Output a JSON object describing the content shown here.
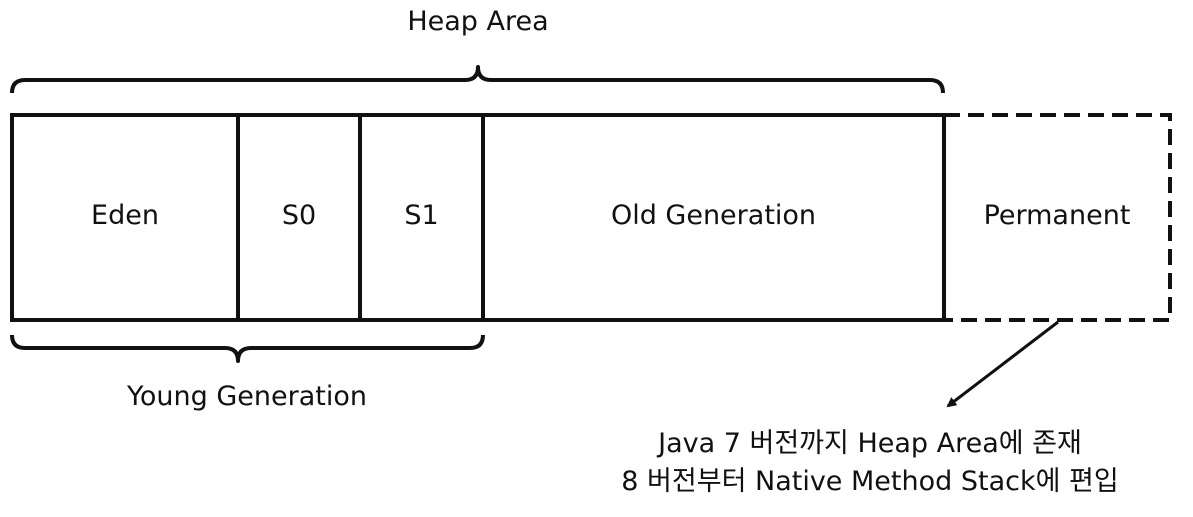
{
  "heap_label": "Heap Area",
  "young_label": "Young Generation",
  "cells": {
    "eden": "Eden",
    "s0": "S0",
    "s1": "S1",
    "old": "Old Generation",
    "permanent": "Permanent"
  },
  "note": {
    "line1": "Java 7 버전까지 Heap Area에 존재",
    "line2": "8 버전부터 Native Method Stack에 편입"
  },
  "colors": {
    "stroke": "#111111",
    "text": "#111111"
  }
}
